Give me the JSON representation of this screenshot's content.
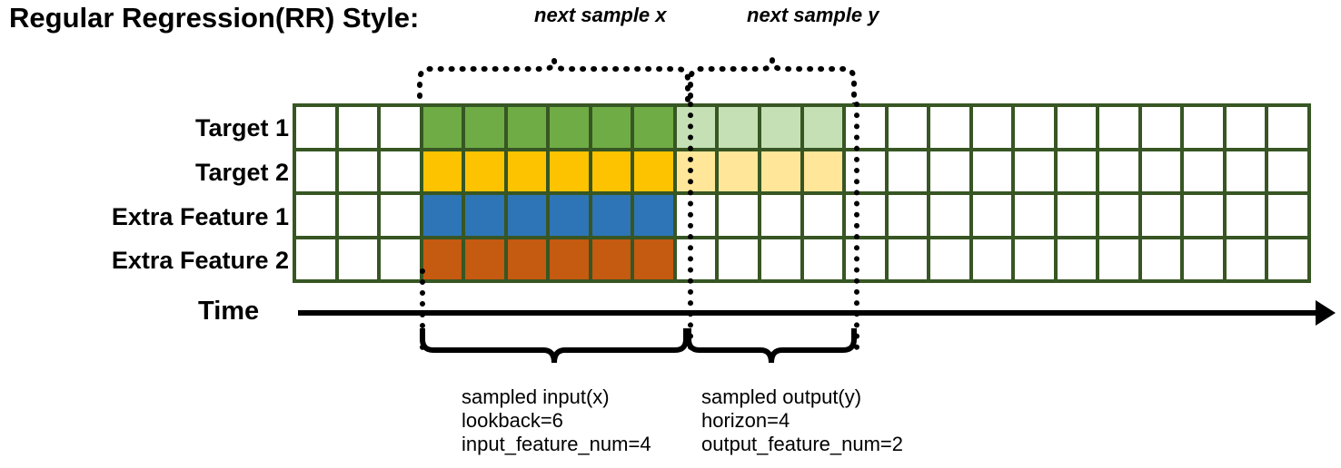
{
  "title": "Regular Regression(RR) Style:",
  "rows": [
    {
      "label": "Target 1",
      "name": "target-1"
    },
    {
      "label": "Target 2",
      "name": "target-2"
    },
    {
      "label": "Extra Feature 1",
      "name": "extra-feature-1"
    },
    {
      "label": "Extra Feature 2",
      "name": "extra-feature-2"
    }
  ],
  "grid": {
    "columns": 24,
    "rows": 4,
    "lookback_start_col": 3,
    "lookback_end_col": 9,
    "horizon_end_col": 13,
    "cell_classes": [
      [
        "cell",
        "cell",
        "cell",
        "c-green",
        "c-green",
        "c-green",
        "c-green",
        "c-green",
        "c-green",
        "c-green-l",
        "c-green-l",
        "c-green-l",
        "c-green-l",
        "cell",
        "cell",
        "cell",
        "cell",
        "cell",
        "cell",
        "cell",
        "cell",
        "cell",
        "cell",
        "cell"
      ],
      [
        "cell",
        "cell",
        "cell",
        "c-yellow",
        "c-yellow",
        "c-yellow",
        "c-yellow",
        "c-yellow",
        "c-yellow",
        "c-yellow-l",
        "c-yellow-l",
        "c-yellow-l",
        "c-yellow-l",
        "cell",
        "cell",
        "cell",
        "cell",
        "cell",
        "cell",
        "cell",
        "cell",
        "cell",
        "cell",
        "cell"
      ],
      [
        "cell",
        "cell",
        "cell",
        "c-blue",
        "c-blue",
        "c-blue",
        "c-blue",
        "c-blue",
        "c-blue",
        "cell",
        "cell",
        "cell",
        "cell",
        "cell",
        "cell",
        "cell",
        "cell",
        "cell",
        "cell",
        "cell",
        "cell",
        "cell",
        "cell",
        "cell"
      ],
      [
        "cell",
        "cell",
        "cell",
        "c-orange",
        "c-orange",
        "c-orange",
        "c-orange",
        "c-orange",
        "c-orange",
        "cell",
        "cell",
        "cell",
        "cell",
        "cell",
        "cell",
        "cell",
        "cell",
        "cell",
        "cell",
        "cell",
        "cell",
        "cell",
        "cell",
        "cell"
      ]
    ]
  },
  "top_labels": {
    "next_sample_x": "next sample x",
    "next_sample_y": "next sample y"
  },
  "time_axis": {
    "label": "Time"
  },
  "annotations": {
    "input": {
      "line1": "sampled input(x)",
      "line2": "lookback=6",
      "line3": "input_feature_num=4"
    },
    "output": {
      "line1": "sampled output(y)",
      "line2": "horizon=4",
      "line3": "output_feature_num=2"
    }
  },
  "colors": {
    "grid_border": "#375623",
    "target1": "#6fac45",
    "target1_faded": "#c5e0b4",
    "target2": "#fdc300",
    "target2_faded": "#ffe699",
    "extra_feature1": "#2d75b6",
    "extra_feature2": "#c55a11",
    "axis": "#000000"
  }
}
